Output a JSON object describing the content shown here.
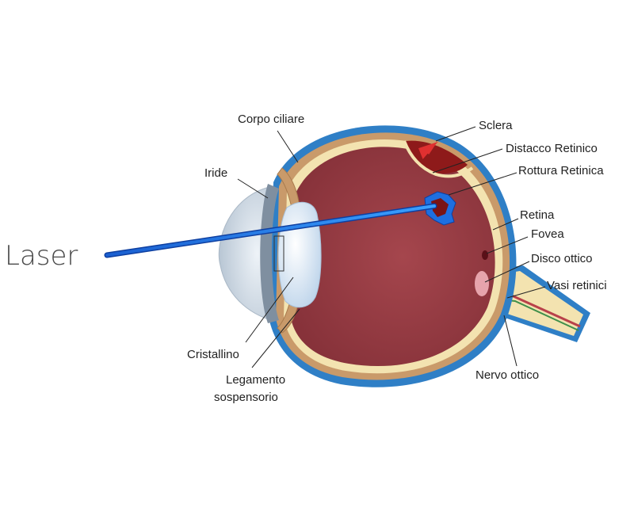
{
  "labels": {
    "laser": "Laser",
    "corpo_ciliare": "Corpo ciliare",
    "iride": "Iride",
    "sclera": "Sclera",
    "distacco_retinico": "Distacco Retinico",
    "rottura_retinica": "Rottura Retinica",
    "retina": "Retina",
    "fovea": "Fovea",
    "disco_ottico": "Disco ottico",
    "vasi_retinici": "Vasi retinici",
    "cristallino": "Cristallino",
    "legamento_line1": "Legamento",
    "legamento_line2": "sospensorio",
    "nervo_ottico": "Nervo ottico"
  },
  "colors": {
    "sclera": "#2f7fc6",
    "choroid": "#c99a6a",
    "retina": "#f3e3b0",
    "vitreous": "#9c3d45",
    "laser": "#1c6fe0",
    "detachment": "#8e1a1a",
    "lens": "#d9e8f5",
    "cornea": "#c9d7e4"
  }
}
